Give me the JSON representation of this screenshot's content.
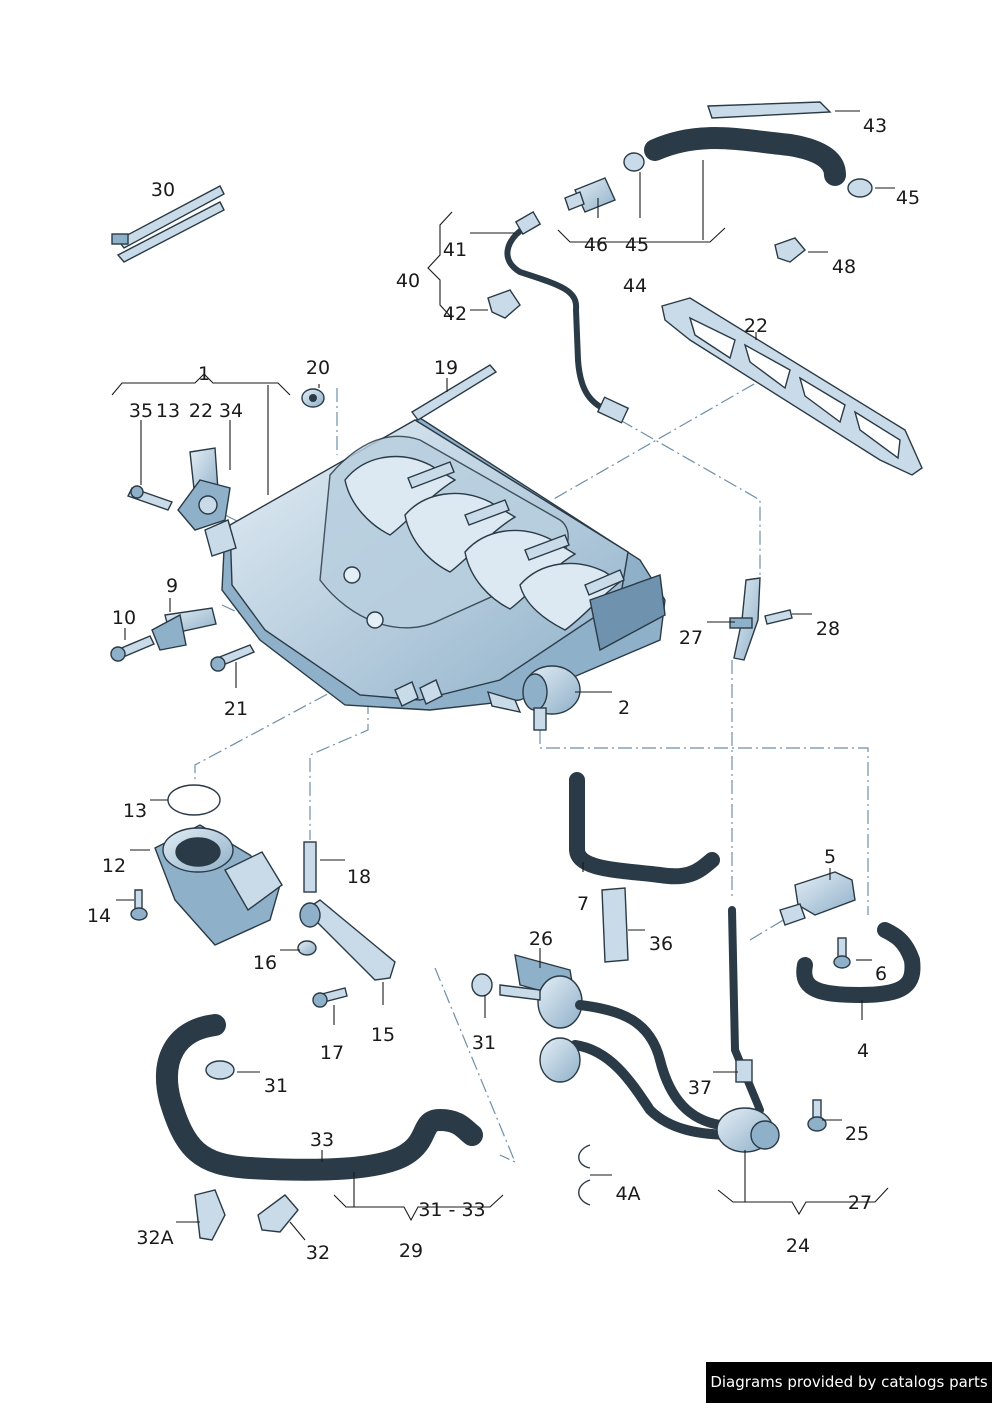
{
  "colors": {
    "part_fill": "#c9dbe8",
    "part_shade": "#8fb0c9",
    "hose_fill": "#a9c3d6",
    "outline": "#2a3a46",
    "dash_line": "#6e8fa8",
    "credit_bg": "#000000"
  },
  "credit": "Diagrams provided by catalogs parts",
  "labels": {
    "l1": "1",
    "l2": "2",
    "l4": "4",
    "l4a": "4A",
    "l5": "5",
    "l6": "6",
    "l7": "7",
    "l9": "9",
    "l10": "10",
    "l12": "12",
    "l13": "13",
    "l13b": "13",
    "l14": "14",
    "l15": "15",
    "l16": "16",
    "l17": "17",
    "l18": "18",
    "l19": "19",
    "l20": "20",
    "l21": "21",
    "l22a": "22",
    "l22b": "22",
    "l24": "24",
    "l25": "25",
    "l26": "26",
    "l27a": "27",
    "l27b": "27",
    "l28": "28",
    "l29": "29",
    "l30": "30",
    "l31a": "31",
    "l31b": "31",
    "l31_33": "31 - 33",
    "l32": "32",
    "l32a": "32A",
    "l33": "33",
    "l34": "34",
    "l35": "35",
    "l36": "36",
    "l37": "37",
    "l40": "40",
    "l41": "41",
    "l42": "42",
    "l43": "43",
    "l44": "44",
    "l45a": "45",
    "l45b": "45",
    "l46": "46",
    "l48": "48"
  }
}
